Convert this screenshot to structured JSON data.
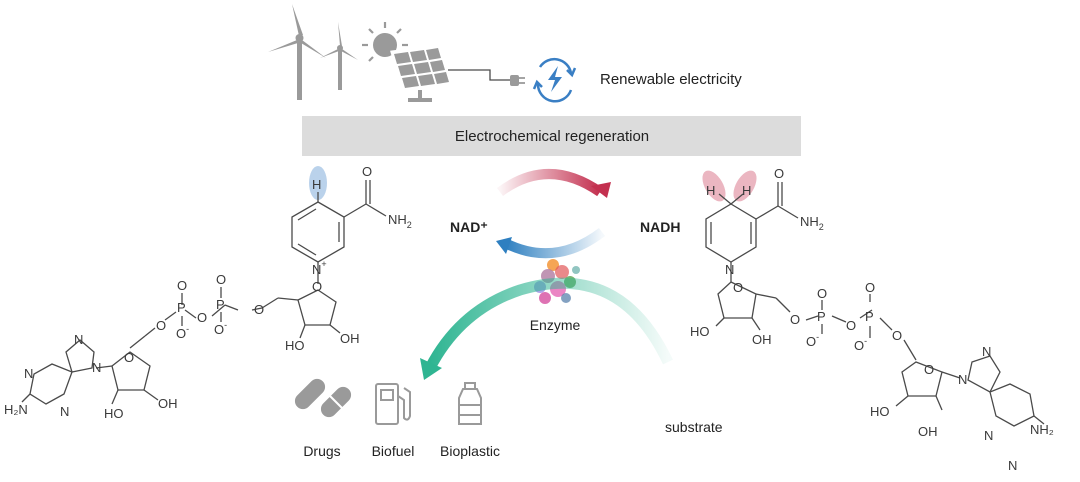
{
  "header": {
    "renewable_label": "Renewable electricity",
    "banner_label": "Electrochemical regeneration"
  },
  "cofactors": {
    "oxidized": "NAD⁺",
    "reduced": "NADH"
  },
  "enzyme_label": "Enzyme",
  "substrate_label": "substrate",
  "products": [
    {
      "label": "Drugs",
      "icon": "pill-capsules-icon"
    },
    {
      "label": "Biofuel",
      "icon": "fuel-pump-icon"
    },
    {
      "label": "Bioplastic",
      "icon": "bottle-icon"
    }
  ],
  "nad_molecule": {
    "h": "H",
    "amide": "NH",
    "amide_sub": "2",
    "oxygen": "O",
    "nplus": "N",
    "charge": "+",
    "oh1": "OH",
    "oh2": "HO",
    "phosphorus": "P",
    "ominus": "O",
    "minus": "-",
    "adenine_nh2": "H₂N",
    "adenine_n": "N",
    "oh3": "OH",
    "oh4": "HO"
  },
  "nadh_molecule": {
    "h1": "H",
    "h2": "H",
    "amide": "NH",
    "amide_sub": "2",
    "oxygen": "O",
    "n": "N",
    "ho1": "HO",
    "oh1": "OH",
    "phosphorus": "P",
    "ominus": "O",
    "minus": "-",
    "adenine_nh2": "NH₂",
    "adenine_n": "N",
    "ho2": "HO",
    "oh2": "OH"
  },
  "colors": {
    "icon_grey": "#9a9a9a",
    "banner_bg": "#dcdcdc",
    "nad_arrow": "#c3304f",
    "nadh_arrow": "#2e7fc0",
    "substrate_arrow": "#2fb592",
    "nad_highlight": "#a9c7e6",
    "nadh_highlight": "#e7a9b6",
    "power_icon": "#3a7fc4"
  }
}
